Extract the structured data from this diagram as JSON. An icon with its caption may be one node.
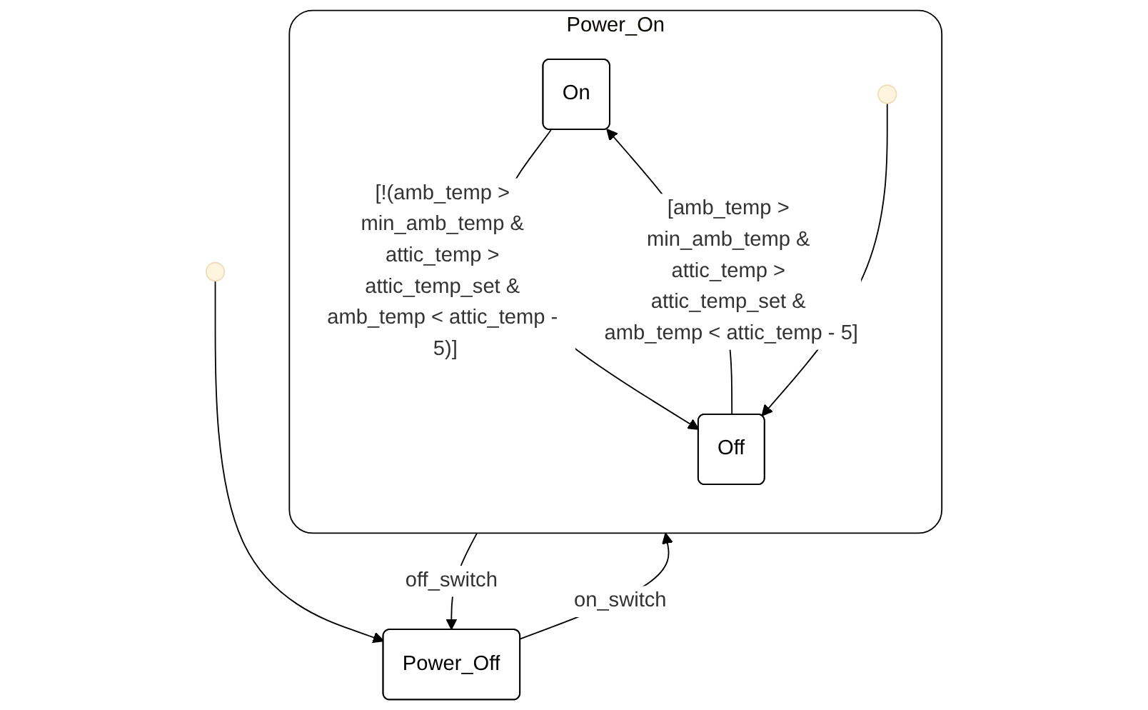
{
  "diagram": {
    "nodes": [
      {
        "text": [
          "Power_On"
        ]
      },
      {
        "text": [
          "On"
        ],
        "in": 0
      },
      {
        "text": [
          "Off"
        ],
        "in": 0
      },
      {
        "text": [],
        "shape": "circle",
        "in": 0
      },
      {
        "text": [
          "Power_Off"
        ]
      },
      {
        "text": [],
        "shape": "circle"
      }
    ],
    "edges": [
      {
        "from": 1,
        "to": 2,
        "arrow": "to",
        "label": "[!(amb_temp > min_amb_temp & attic_temp > attic_temp_set & amb_temp < attic_temp - 5)]"
      },
      {
        "from": 3,
        "to": 2,
        "arrow": "to"
      },
      {
        "from": 2,
        "to": 1,
        "arrow": "to",
        "label": "[amb_temp > min_amb_temp & attic_temp > attic_temp_set & amb_temp < attic_temp - 5]"
      },
      {
        "from": 0,
        "to": 4,
        "arrow": "to",
        "label": "off_switch"
      },
      {
        "from": 5,
        "to": 4,
        "arrow": "to"
      },
      {
        "from": 4,
        "to": 0,
        "arrow": "to",
        "label": "on_switch"
      }
    ]
  }
}
